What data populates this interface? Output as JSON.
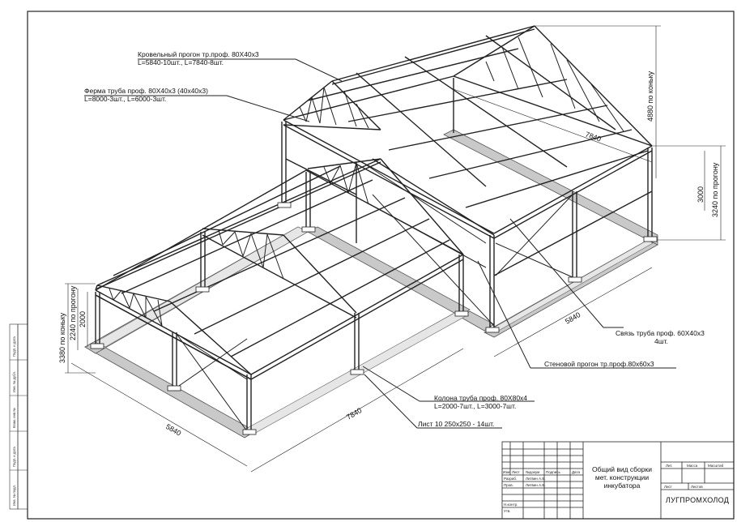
{
  "callouts": {
    "roof_purlin": [
      "Кровельный прогон тр.проф. 80Х40х3",
      "L=5840-10шт., L=7840-8шт."
    ],
    "truss": [
      "Ферма труба проф. 80Х40х3 (40х40х3)",
      "L=8000-3шт., L=6000-3шт."
    ],
    "brace": [
      "Связь труба проф. 60Х40х3",
      "4шт."
    ],
    "wall_purlin": [
      "Стеновой прогон тр.проф.80х60х3"
    ],
    "column": [
      "Колона труба проф. 80Х80х4",
      "L=2000-7шт., L=3000-7шт."
    ],
    "plate": [
      "Лист 10  250х250 - 14шт."
    ]
  },
  "dimensions": {
    "ridge_high": "4880 по коньку",
    "purlin_high": "3240 по прогону",
    "col_high": "3000",
    "ridge_low": "3380 по коньку",
    "purlin_low": "2240 по прогону",
    "col_low": "2000",
    "w_low": "5840",
    "l_low": "7840",
    "w_high": "5840",
    "l_high": "7840"
  },
  "stamp": {
    "title": [
      "Общий вид сборки",
      "мет. конструкции",
      "инкубатора"
    ],
    "company": "ЛУГПРОМХОЛОД",
    "headers": [
      "Изм",
      "Лист",
      "№докум",
      "Подпись",
      "Дата"
    ],
    "row_labels": [
      "Разраб.",
      "Пров.",
      "",
      "Н.контр.",
      "Утв."
    ],
    "names": [
      "Литвин А.Б.",
      "Литвин А.Б."
    ],
    "lit_headers": [
      "Лит.",
      "Масса",
      "Масштаб"
    ],
    "sheet_labels": [
      "Лист",
      "Листов"
    ]
  },
  "side_strip": [
    "Подп. и дата",
    "Инв. № дубл.",
    "Взам. инв.№",
    "Подп. и дата",
    "Инв. № подл."
  ]
}
